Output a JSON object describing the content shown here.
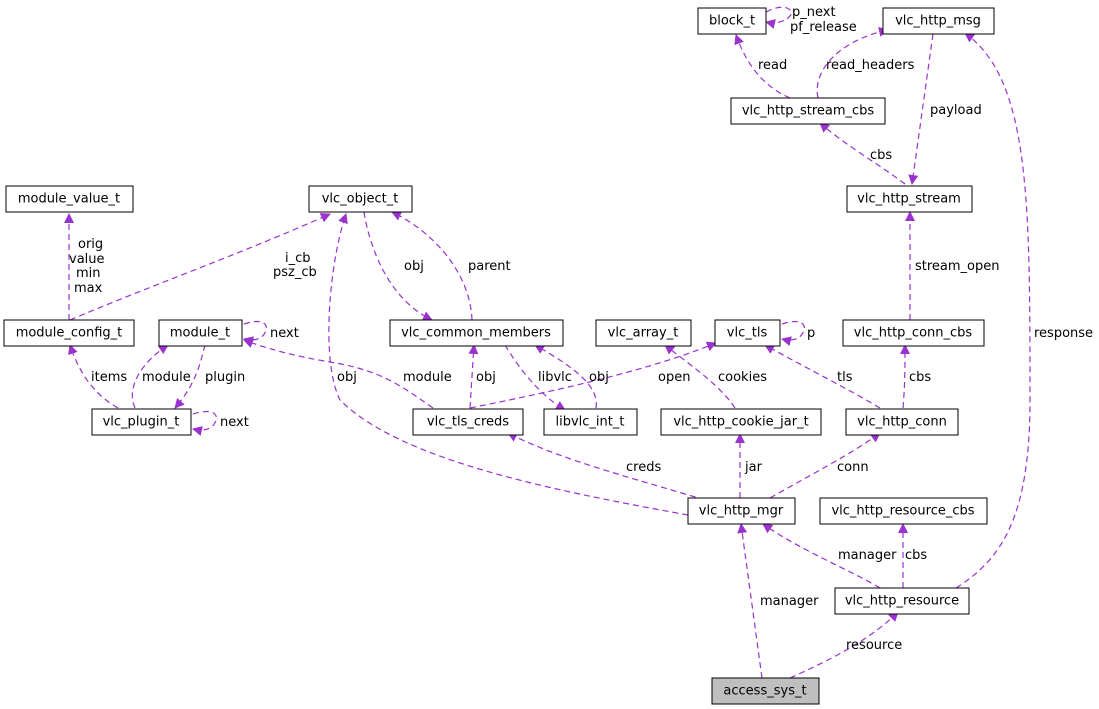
{
  "diagram": {
    "edge_color": "#9a32cd",
    "highlight_fill": "#bfbfbf",
    "nodes": {
      "block_t": "block_t",
      "vlc_http_msg": "vlc_http_msg",
      "vlc_http_stream_cbs": "vlc_http_stream_cbs",
      "vlc_http_stream": "vlc_http_stream",
      "module_value_t": "module_value_t",
      "vlc_object_t": "vlc_object_t",
      "module_config_t": "module_config_t",
      "module_t": "module_t",
      "vlc_common_members": "vlc_common_members",
      "vlc_array_t": "vlc_array_t",
      "vlc_tls": "vlc_tls",
      "vlc_http_conn_cbs": "vlc_http_conn_cbs",
      "vlc_plugin_t": "vlc_plugin_t",
      "vlc_tls_creds": "vlc_tls_creds",
      "libvlc_int_t": "libvlc_int_t",
      "vlc_http_cookie_jar_t": "vlc_http_cookie_jar_t",
      "vlc_http_conn": "vlc_http_conn",
      "vlc_http_mgr": "vlc_http_mgr",
      "vlc_http_resource_cbs": "vlc_http_resource_cbs",
      "vlc_http_resource": "vlc_http_resource",
      "access_sys_t": "access_sys_t"
    },
    "edge_labels": {
      "block_self_1": "p_next",
      "block_self_2": "pf_release",
      "read": "read",
      "read_headers": "read_headers",
      "payload": "payload",
      "cbs_stream": "cbs",
      "mv_orig": "orig",
      "mv_value": "value",
      "mv_min": "min",
      "mv_max": "max",
      "i_cb": "i_cb",
      "psz_cb": "psz_cb",
      "obj_cm": "obj",
      "parent": "parent",
      "stream_open": "stream_open",
      "response": "response",
      "next_module": "next",
      "p_tls": "p",
      "items": "items",
      "module_rel": "module",
      "plugin": "plugin",
      "obj_mgr": "obj",
      "module_creds": "module",
      "obj_creds": "obj",
      "libvlc": "libvlc",
      "obj_libvlc": "obj",
      "open": "open",
      "cookies": "cookies",
      "tls": "tls",
      "cbs_conn": "cbs",
      "next_plugin": "next",
      "creds": "creds",
      "jar": "jar",
      "conn": "conn",
      "manager_res": "manager",
      "cbs_res": "cbs",
      "manager_acc": "manager",
      "resource": "resource"
    }
  }
}
